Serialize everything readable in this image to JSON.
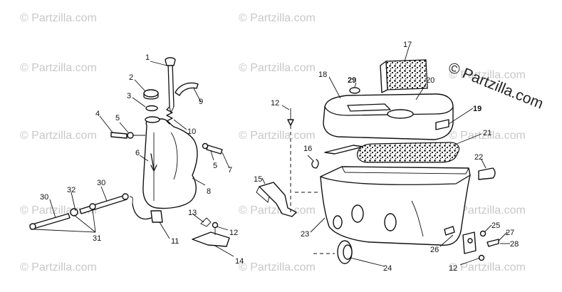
{
  "brand": {
    "text": "© Partzilla.com"
  },
  "watermark": {
    "text": "© Partzilla.com"
  },
  "callouts": [
    "1",
    "2",
    "3",
    "4",
    "5",
    "5",
    "6",
    "7",
    "8",
    "9",
    "10",
    "11",
    "12",
    "12",
    "12",
    "13",
    "14",
    "15",
    "16",
    "17",
    "18",
    "19",
    "20",
    "21",
    "22",
    "23",
    "24",
    "25",
    "26",
    "27",
    "28",
    "29",
    "30",
    "30",
    "31",
    "32"
  ],
  "colors": {
    "ink": "#111111",
    "watermark": "#c8c8c8",
    "background": "#ffffff"
  }
}
